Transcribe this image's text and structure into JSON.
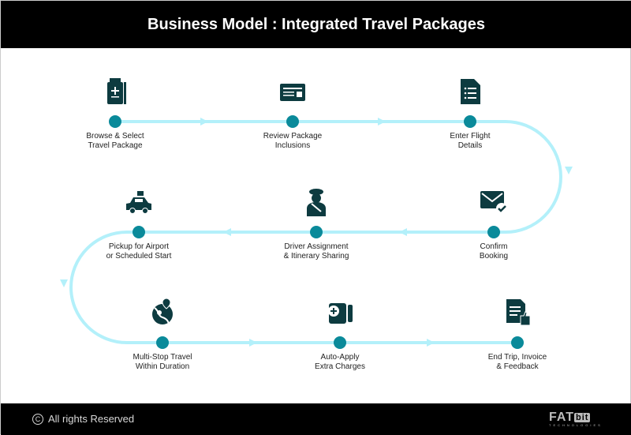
{
  "title": "Business Model : Integrated Travel Packages",
  "steps": [
    {
      "label": "Browse & Select\nTravel Package",
      "icon": "passport-icon"
    },
    {
      "label": "Review Package\nInclusions",
      "icon": "ticket-card-icon"
    },
    {
      "label": "Enter Flight\nDetails",
      "icon": "document-list-icon"
    },
    {
      "label": "Confirm\nBooking",
      "icon": "mail-check-icon"
    },
    {
      "label": "Driver Assignment\n& Itinerary Sharing",
      "icon": "driver-icon"
    },
    {
      "label": "Pickup for Airport\nor Scheduled Start",
      "icon": "taxi-icon"
    },
    {
      "label": "Multi-Stop Travel\nWithin Duration",
      "icon": "map-pins-icon"
    },
    {
      "label": "Auto-Apply\nExtra Charges",
      "icon": "luggage-plus-icon"
    },
    {
      "label": "End Trip, Invoice\n& Feedback",
      "icon": "invoice-thumbs-up-icon"
    }
  ],
  "footer": {
    "copyright": "All rights Reserved",
    "logo": "FATbit TECHNOLOGIES"
  },
  "colors": {
    "line": "#b3f0fa",
    "dot": "#0a8a9a",
    "icon": "#0d3b40"
  }
}
